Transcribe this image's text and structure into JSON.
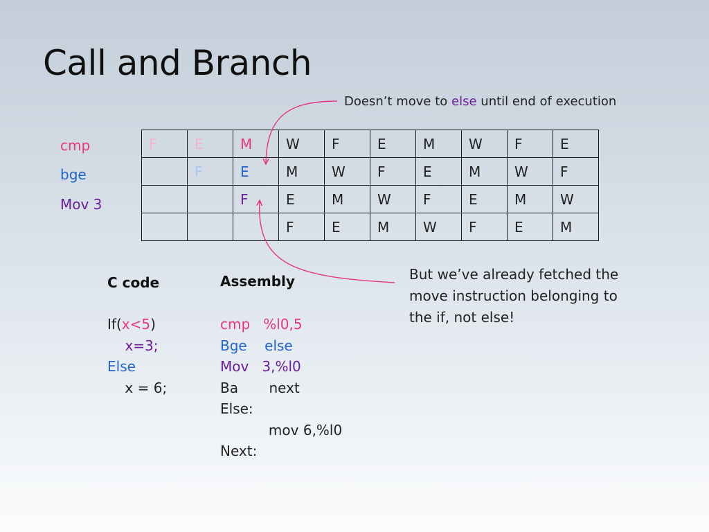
{
  "title": "Call and Branch",
  "colors": {
    "pink": "#e5357f",
    "blue": "#2366c8",
    "purple": "#6a1f9a",
    "faint_pink": "#f7b1cf",
    "faint_blue": "#a9c9ee",
    "text": "#222222"
  },
  "notes": {
    "top_prefix": "Doesn’t move to ",
    "top_em": "else",
    "top_suffix": " until end of execution",
    "right": "But we’ve already fetched the move instruction belonging to the if, not else!"
  },
  "row_labels": [
    {
      "text": "cmp",
      "color": "#e5357f"
    },
    {
      "text": "bge",
      "color": "#2366c8"
    },
    {
      "text": "Mov  3",
      "color": "#6a1f9a"
    }
  ],
  "pipeline": {
    "rows": [
      [
        {
          "t": "F",
          "c": "#f7b1cf"
        },
        {
          "t": "E",
          "c": "#f7b1cf"
        },
        {
          "t": "M",
          "c": "#e5357f"
        },
        {
          "t": "W"
        },
        {
          "t": "F"
        },
        {
          "t": "E"
        },
        {
          "t": "M"
        },
        {
          "t": "W"
        },
        {
          "t": "F"
        },
        {
          "t": "E"
        }
      ],
      [
        {
          "t": ""
        },
        {
          "t": "F",
          "c": "#a9c9ee"
        },
        {
          "t": "E",
          "c": "#2366c8"
        },
        {
          "t": "M"
        },
        {
          "t": "W"
        },
        {
          "t": "F"
        },
        {
          "t": "E"
        },
        {
          "t": "M"
        },
        {
          "t": "W"
        },
        {
          "t": "F"
        }
      ],
      [
        {
          "t": ""
        },
        {
          "t": ""
        },
        {
          "t": "F",
          "c": "#6a1f9a"
        },
        {
          "t": "E"
        },
        {
          "t": "M"
        },
        {
          "t": "W"
        },
        {
          "t": "F"
        },
        {
          "t": "E"
        },
        {
          "t": "M"
        },
        {
          "t": "W"
        }
      ],
      [
        {
          "t": ""
        },
        {
          "t": ""
        },
        {
          "t": ""
        },
        {
          "t": "F"
        },
        {
          "t": "E"
        },
        {
          "t": "M"
        },
        {
          "t": "W"
        },
        {
          "t": "F"
        },
        {
          "t": "E"
        },
        {
          "t": "M"
        }
      ]
    ]
  },
  "c_code": {
    "heading": "C code",
    "lines": [
      [
        {
          "t": "If("
        },
        {
          "t": "x<5",
          "c": "#e5357f"
        },
        {
          "t": ")"
        }
      ],
      [
        {
          "t": "    "
        },
        {
          "t": "x=3;",
          "c": "#6a1f9a"
        }
      ],
      [
        {
          "t": "Else",
          "c": "#2366c8"
        }
      ],
      [
        {
          "t": "    x = 6;"
        }
      ]
    ]
  },
  "assembly": {
    "heading": "Assembly",
    "lines": [
      [
        {
          "t": "cmp   %l0,5",
          "c": "#e5357f"
        }
      ],
      [
        {
          "t": "Bge    else",
          "c": "#2366c8"
        }
      ],
      [
        {
          "t": "Mov   3,%l0",
          "c": "#6a1f9a"
        }
      ],
      [
        {
          "t": "Ba       next"
        }
      ],
      [
        {
          "t": "Else:"
        }
      ],
      [
        {
          "t": "           mov 6,%l0"
        }
      ],
      [
        {
          "t": "Next:"
        }
      ]
    ]
  }
}
